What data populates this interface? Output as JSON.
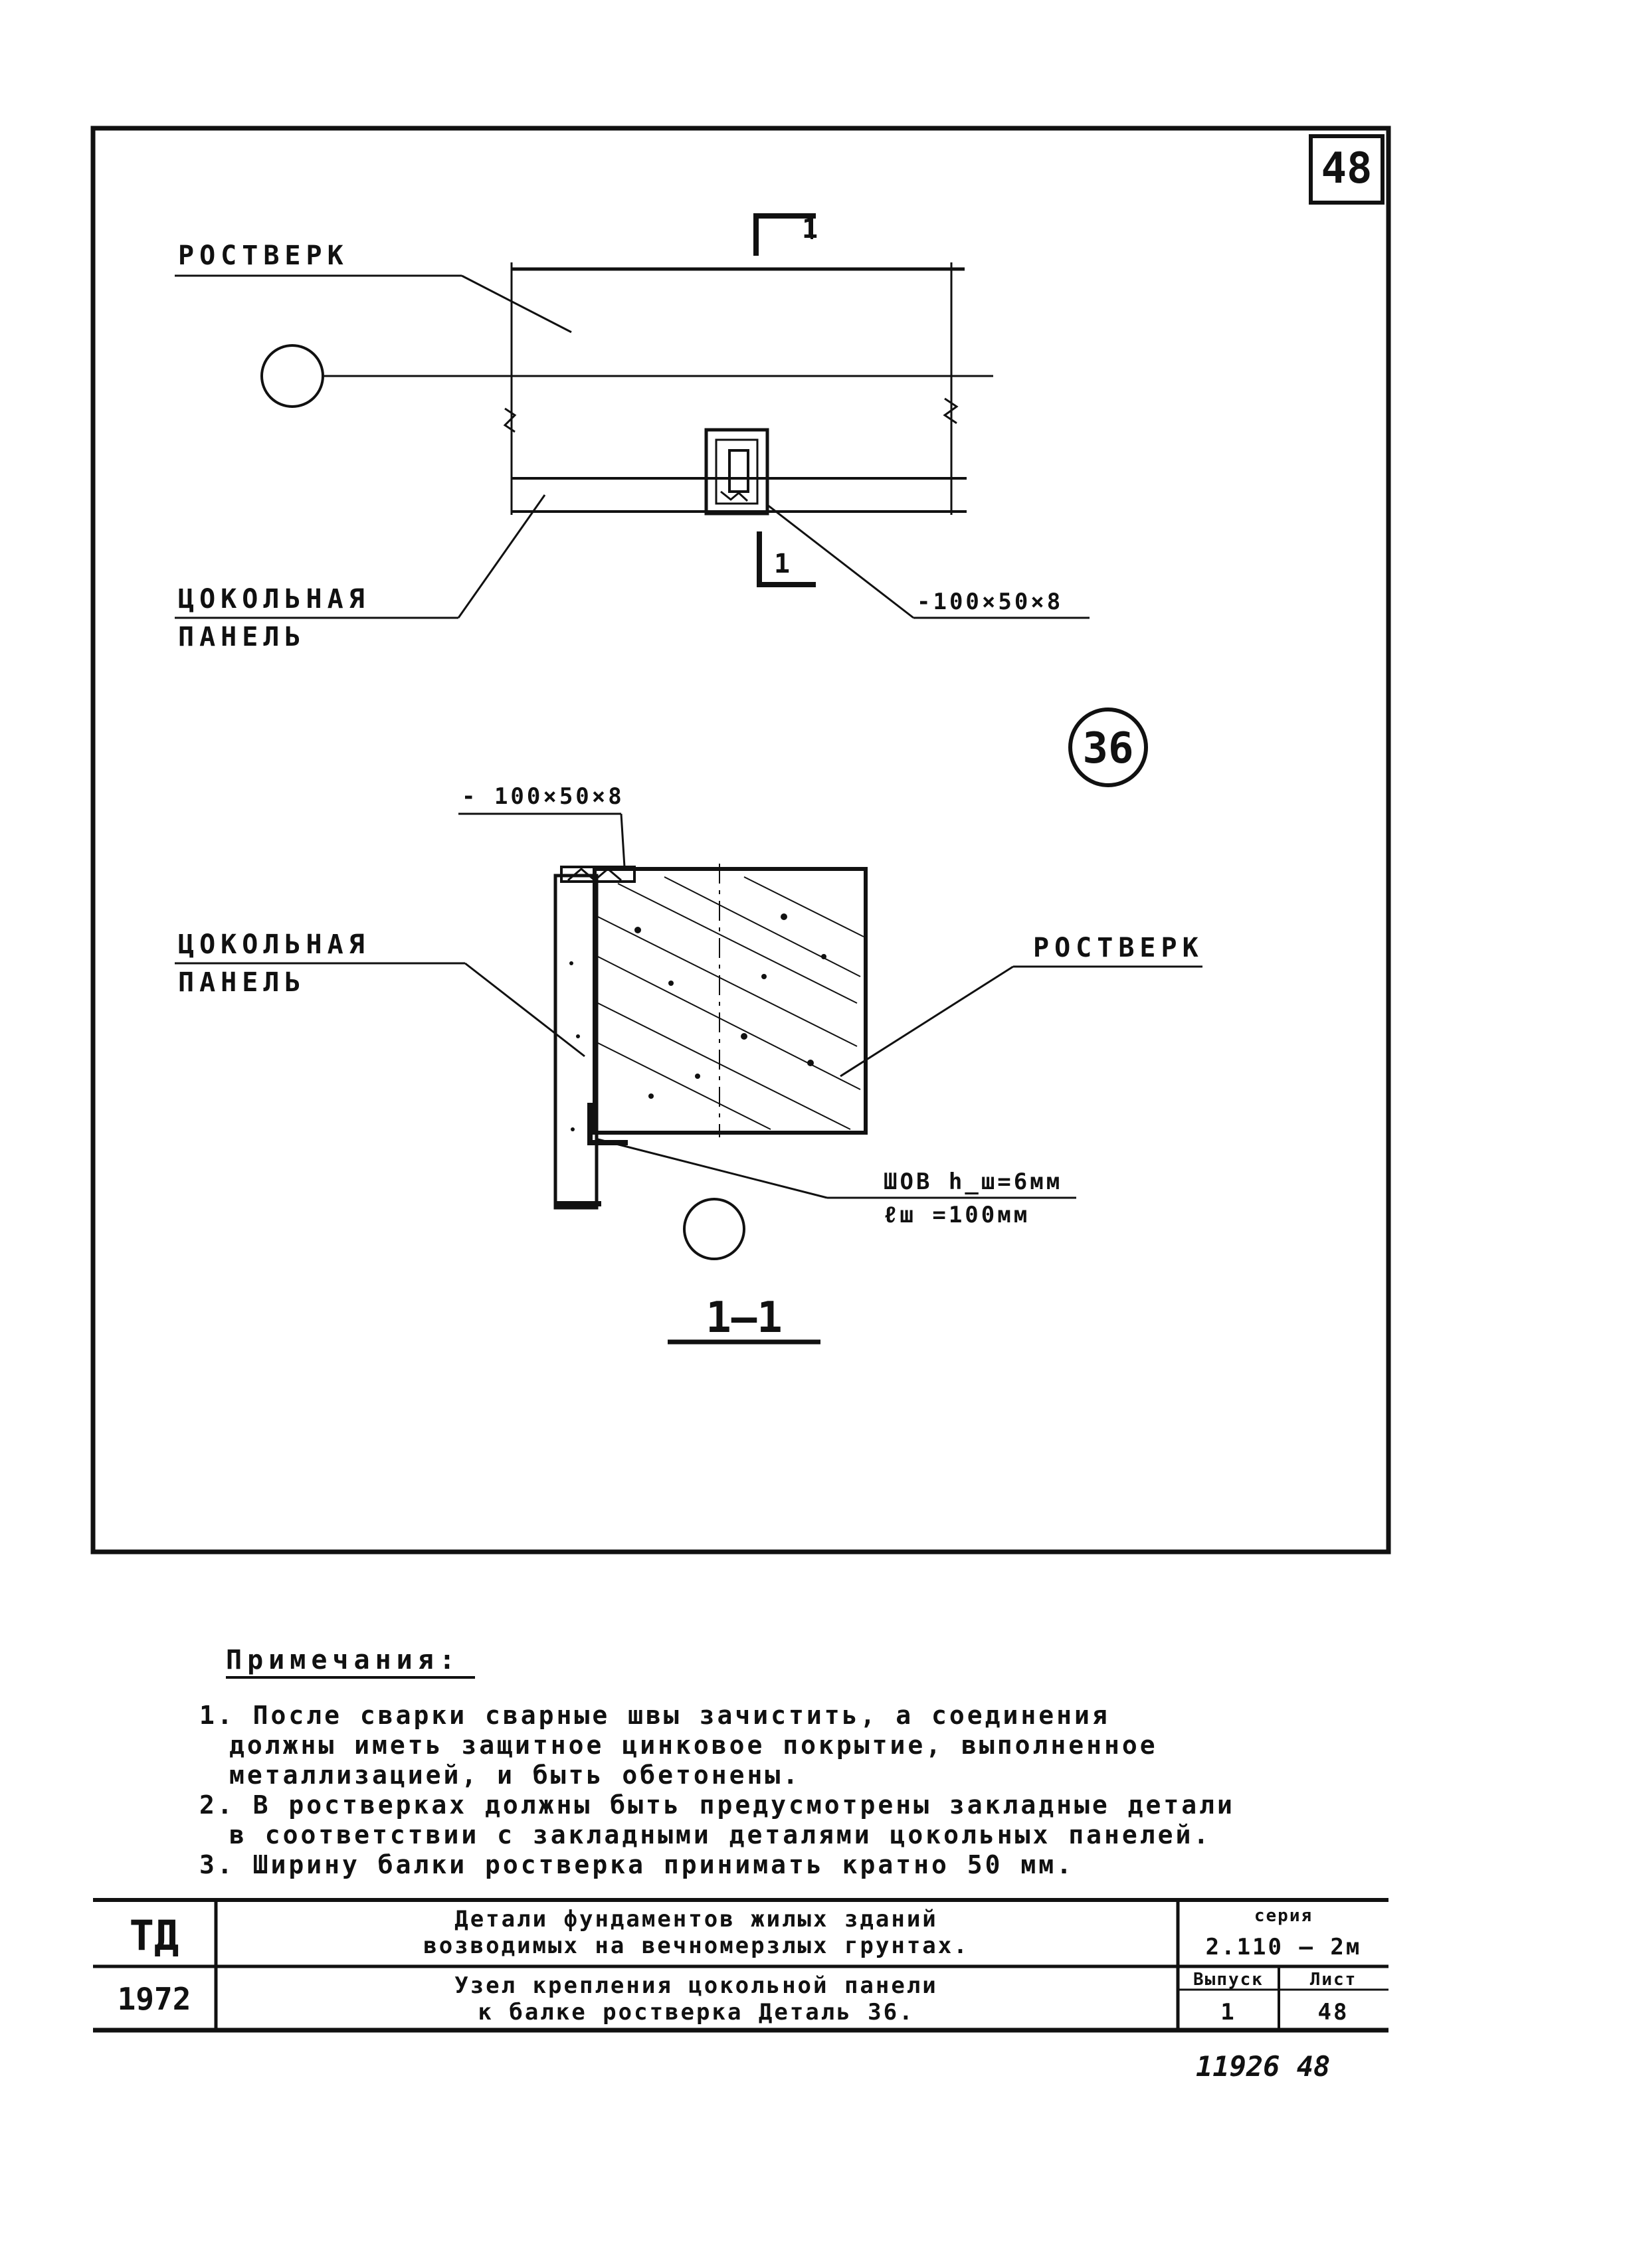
{
  "sheet": {
    "number": "48"
  },
  "plan": {
    "rostverk_label": "РОСТВЕРК",
    "panel_label_1": "ЦОКОЛЬНАЯ",
    "panel_label_2": "ПАНЕЛЬ",
    "section_mark_top": "1",
    "section_mark_bottom": "1",
    "plate_label": "-100×50×8"
  },
  "detail": {
    "number": "36"
  },
  "section": {
    "plate_label": "- 100×50×8",
    "panel_label_1": "ЦОКОЛЬНАЯ",
    "panel_label_2": "ПАНЕЛЬ",
    "rostverk_label": "РОСТВЕРК",
    "weld_line_1": "ШОВ h_ш=6мм",
    "weld_line_2": "ℓш =100мм",
    "title": "1—1"
  },
  "notes": {
    "heading": "Примечания:",
    "items": [
      "1. После сварки сварные швы зачистить, а соединения",
      "должны иметь защитное цинковое покрытие, выполненное",
      "металлизацией, и быть обетонены.",
      "2. В ростверках должны быть предусмотрены закладные детали",
      "в соответствии с закладными деталями цокольных панелей.",
      "3. Ширину балки ростверка принимать кратно 50 мм."
    ]
  },
  "title_block": {
    "org": "ТД",
    "year": "1972",
    "title_1a": "Детали фундаментов жилых зданий",
    "title_1b": "возводимых на вечномерзлых грунтах.",
    "title_2a": "Узел крепления цокольной панели",
    "title_2b": "к балке ростверка Деталь 36.",
    "seria_label": "серия",
    "seria_value": "2.110 — 2м",
    "vypusk_label": "Выпуск",
    "vypusk_value": "1",
    "list_label": "Лист",
    "list_value": "48"
  },
  "footer": {
    "stamp": "11926 48"
  }
}
